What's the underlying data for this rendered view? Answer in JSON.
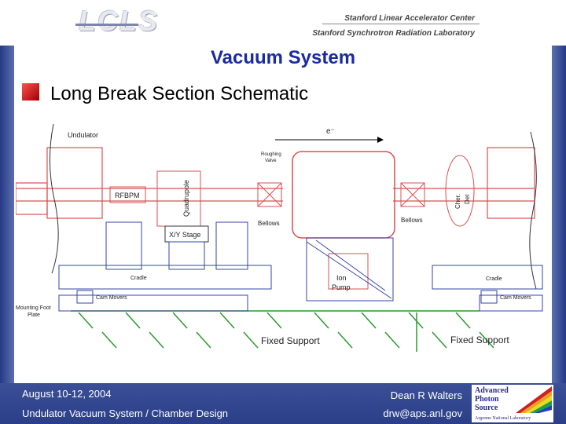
{
  "header": {
    "logo_text": "LCLS",
    "org_line1": "Stanford Linear Accelerator Center",
    "org_line2": "Stanford Synchrotron Radiation Laboratory"
  },
  "slide": {
    "title": "Vacuum System",
    "subtitle": "Long Break Section Schematic"
  },
  "diagram_labels": {
    "undulator": "Undulator",
    "electron": "e⁻",
    "roughing_valve_1": "Roughing",
    "roughing_valve_2": "Valve",
    "rfbpm": "RFBPM",
    "quadrupole": "Quadrupole",
    "xy_stage": "X/Y Stage",
    "bellows_left": "Bellows",
    "bellows_right": "Bellows",
    "cher_det_1": "Cher.",
    "cher_det_2": "Det",
    "cradle_left": "Cradle",
    "cradle_right": "Cradle",
    "cam_movers_left": "Cam Movers",
    "cam_movers_right": "Cam Movers",
    "ion_pump_1": "Ion",
    "ion_pump_2": "Pump",
    "mounting_foot_1": "Mounting Foot",
    "mounting_foot_2": "Plate",
    "fixed_support_left": "Fixed Support",
    "fixed_support_right": "Fixed Support"
  },
  "footer": {
    "date": "August 10-12, 2004",
    "course": "Undulator Vacuum System / Chamber Design",
    "author": "Dean R Walters",
    "email": "drw@aps.anl.gov",
    "aps_logo_line1": "Advanced",
    "aps_logo_line2": "Photon",
    "aps_logo_line3": "Source",
    "aps_logo_line4": "Argonne National Laboratory"
  }
}
